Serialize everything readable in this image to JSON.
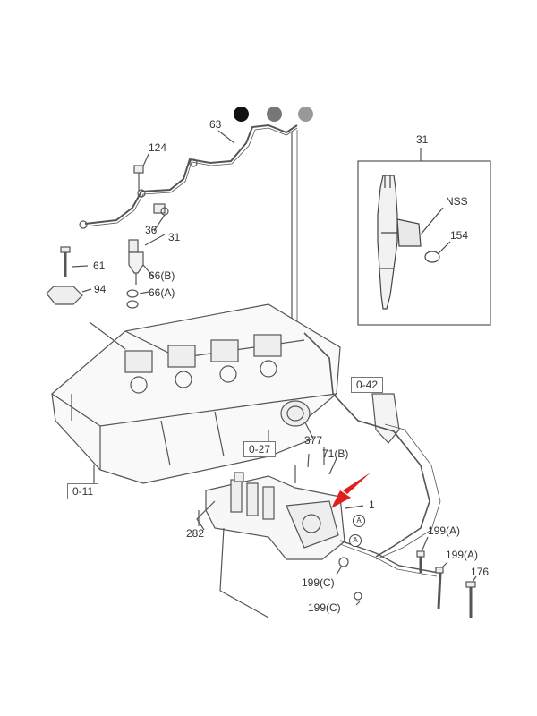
{
  "colors": {
    "dot_black": "#111111",
    "dot_gray": "#777777",
    "dot_light": "#999999",
    "arrow_red": "#e02020",
    "line": "#555555"
  },
  "callouts": {
    "c63": "63",
    "c124": "124",
    "c36": "36",
    "c31_left": "31",
    "c61": "61",
    "c94": "94",
    "c66b": "66(B)",
    "c66a": "66(A)",
    "c31_inset": "31",
    "cnss": "NSS",
    "c154": "154",
    "c377": "377",
    "c71b": "71(B)",
    "c1": "1",
    "c282": "282",
    "c199a_1": "199(A)",
    "c199a_2": "199(A)",
    "c176": "176",
    "c199c_1": "199(C)",
    "c199c_2": "199(C)"
  },
  "references": {
    "r042": "0-42",
    "r027": "0-27",
    "r011": "0-11"
  },
  "markers": {
    "marker_a1": "A",
    "marker_a2": "A"
  }
}
